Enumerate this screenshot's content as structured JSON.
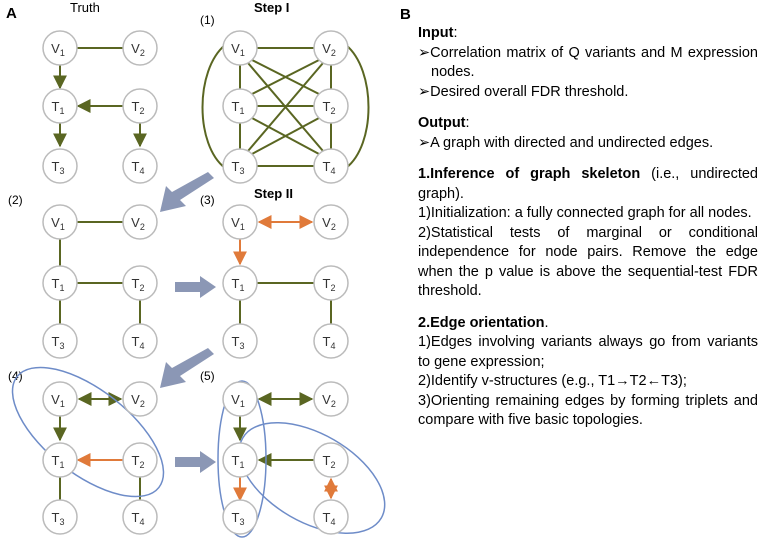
{
  "panel_a": {
    "letter": "A",
    "truth_title": "Truth",
    "step1_title": "Step I",
    "step2_title": "Step II",
    "labels": [
      "(1)",
      "(2)",
      "(3)",
      "(4)",
      "(5)"
    ],
    "node_v": "V",
    "node_t": "T",
    "colors": {
      "edge": "#5a6622",
      "highlight": "#e07a3a",
      "node_stroke": "#bbbbbb",
      "ellipse": "#6e8cc8",
      "arrow": "#8b97b5"
    }
  },
  "panel_b": {
    "letter": "B",
    "input_heading": "Input",
    "input_items": [
      "Correlation matrix of  Q variants and M expression nodes.",
      "Desired overall FDR threshold."
    ],
    "output_heading": "Output",
    "output_items": [
      "A graph with directed and undirected edges."
    ],
    "sec1_title": "1.Inference of graph skeleton",
    "sec1_note": "(i.e., undirected graph).",
    "sec1_items": [
      "1)Initialization: a fully connected graph for all nodes.",
      "2)Statistical tests of marginal or conditional independence for node pairs. Remove the edge when the p value is above the sequential-test FDR threshold."
    ],
    "sec2_title": "2.Edge orientation",
    "sec2_items": [
      "1)Edges involving variants always go from variants to gene expression;",
      "2)Identify v-structures (e.g., T1→T2←T3);",
      "3)Orienting remaining edges by forming triplets and compare with five basic topologies."
    ]
  }
}
